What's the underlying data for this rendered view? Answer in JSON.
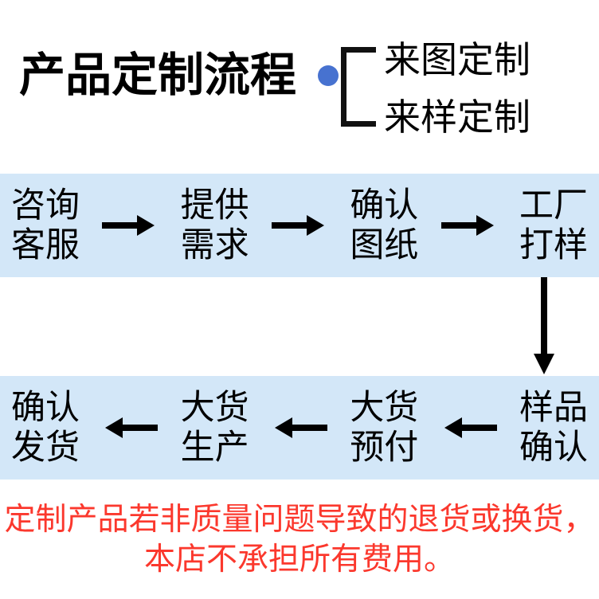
{
  "header": {
    "title": "产品定制流程",
    "bullet_color": "#4772d0",
    "brace_options": [
      "来图定制",
      "来样定制"
    ]
  },
  "flow": {
    "band_color": "#d3e7f8",
    "rows": [
      {
        "direction": "right",
        "arrow_glyph": "→",
        "steps": [
          {
            "line1": "咨询",
            "line2": "客服"
          },
          {
            "line1": "提供",
            "line2": "需求"
          },
          {
            "line1": "确认",
            "line2": "图纸"
          },
          {
            "line1": "工厂",
            "line2": "打样"
          }
        ]
      },
      {
        "direction": "left",
        "arrow_glyph": "←",
        "steps": [
          {
            "line1": "确认",
            "line2": "发货"
          },
          {
            "line1": "大货",
            "line2": "生产"
          },
          {
            "line1": "大货",
            "line2": "预付"
          },
          {
            "line1": "样品",
            "line2": "确认"
          }
        ]
      }
    ],
    "connector": {
      "glyph": "↓",
      "name": "down-arrow"
    }
  },
  "footer": {
    "color": "#fb382d",
    "line1": "定制产品若非质量问题导致的退货或换货，",
    "line2": "本店不承担所有费用。"
  }
}
